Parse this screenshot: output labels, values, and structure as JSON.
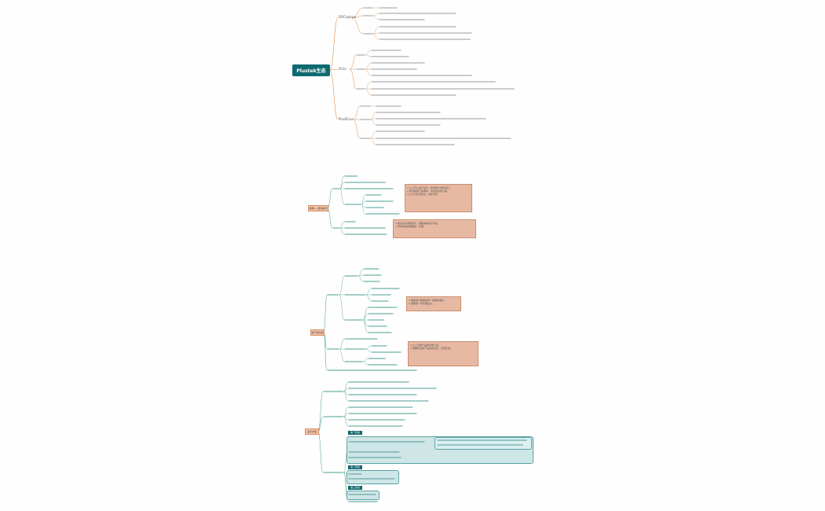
{
  "root_title": "Plustek生态",
  "section_labels": {
    "s1": "DOCapture",
    "s2": "D'Go",
    "s3": "PlusDrive",
    "g2": "收购 + 回访提升",
    "g3": "生产线分析",
    "g4": "设计方案"
  },
  "panel_titles": [
    "第一阶段",
    "第二阶段",
    "第三阶段"
  ],
  "note_texts": [
    "1.以上可以进行设计，结合用户调研进行。",
    "2.整合各部门的需求，完成最终的方案。",
    "3.以上为初步想法，后续待定。",
    "1.相关业务流程复杂，需要提前进行评估。",
    "2.所有的需求需要统一管理。",
    "1.需要进行数据的统一整理和维护。",
    "2.需要统一的管理后台。",
    "1.以上为各产品的功能介绍。",
    "2.需要整合各产品线的资源，实现互通。"
  ],
  "colors": {
    "teal": "#0e6a70",
    "branch": "#3a9a8a",
    "orange": "#e08a3c",
    "salmon": "#f2c3a8",
    "panel": "#cfe6e6"
  }
}
